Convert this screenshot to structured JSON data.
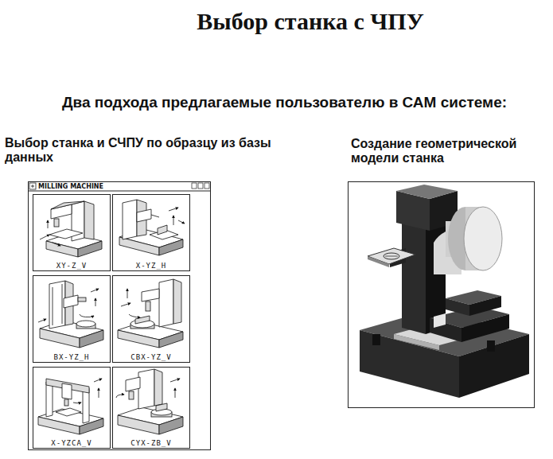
{
  "diagram": {
    "title": "Выбор станка с ЧПУ",
    "nodes": [
      {
        "text": [
          "Выбор станка и СЧПУ по образцу из базы данных",
          "MILLING MACHINE"
        ]
      },
      {
        "text": [
          "XY-Z_V"
        ],
        "in": 0
      },
      {
        "text": [
          "X-YZ_H"
        ],
        "in": 0
      },
      {
        "text": [
          "BX-YZ_H"
        ],
        "in": 0
      },
      {
        "text": [
          "CBX-YZ_V"
        ],
        "in": 0
      },
      {
        "text": [
          "X-YZCA_V"
        ],
        "in": 0
      },
      {
        "text": [
          "CYX-ZB_V"
        ],
        "in": 0
      },
      {
        "text": [
          "Создание геометрической модели станка"
        ]
      }
    ],
    "labels": [
      "Два подхода предлагаемые пользователю в САМ системе:"
    ]
  }
}
